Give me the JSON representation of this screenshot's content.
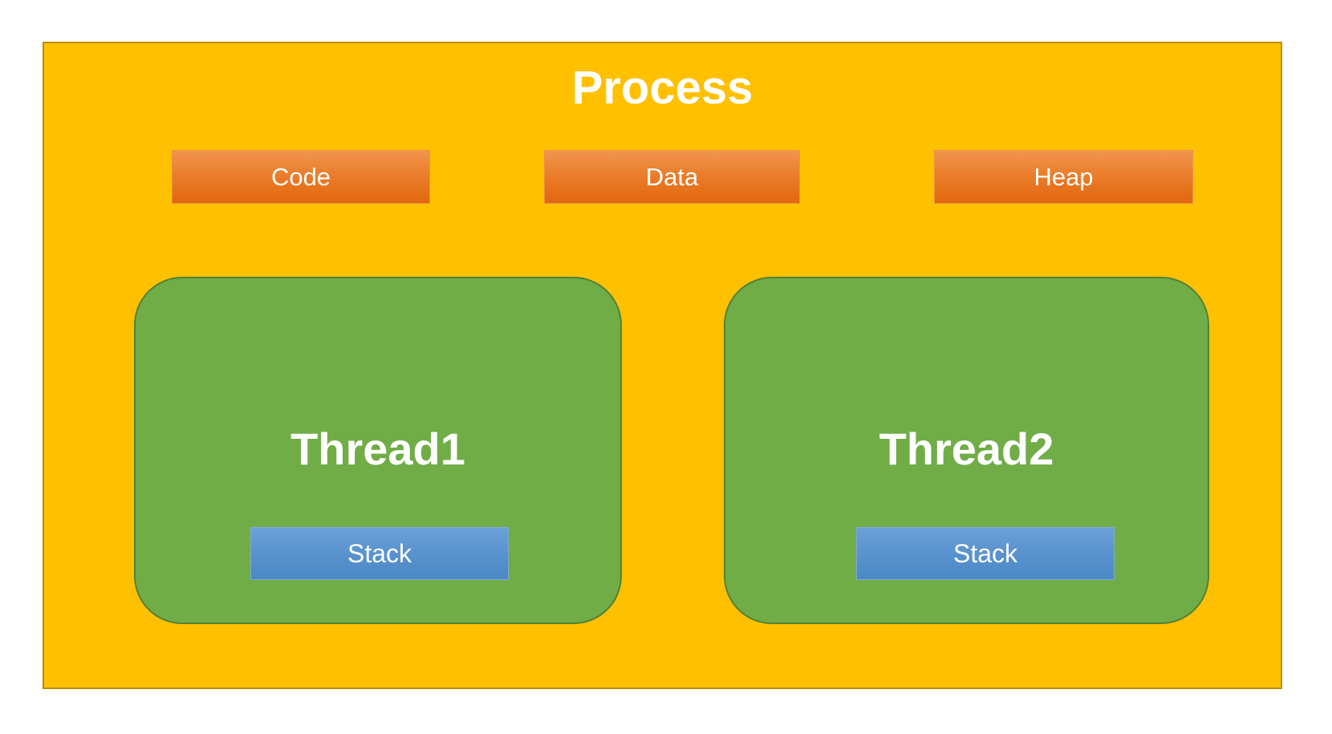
{
  "diagram": {
    "title": "Process",
    "memory_segments": [
      {
        "label": "Code"
      },
      {
        "label": "Data"
      },
      {
        "label": "Heap"
      }
    ],
    "threads": [
      {
        "label": "Thread1",
        "stack_label": "Stack"
      },
      {
        "label": "Thread2",
        "stack_label": "Stack"
      }
    ],
    "colors": {
      "process_fill": "#FFC000",
      "process_border": "#BC8C00",
      "segment_fill_top": "#F0954E",
      "segment_fill_bottom": "#E2670E",
      "thread_fill": "#70AD47",
      "thread_border": "#538135",
      "stack_fill_top": "#6CA0D8",
      "stack_fill_bottom": "#4B88C6",
      "text": "#FFFFFF",
      "page_background": "#FFFFFF"
    }
  }
}
